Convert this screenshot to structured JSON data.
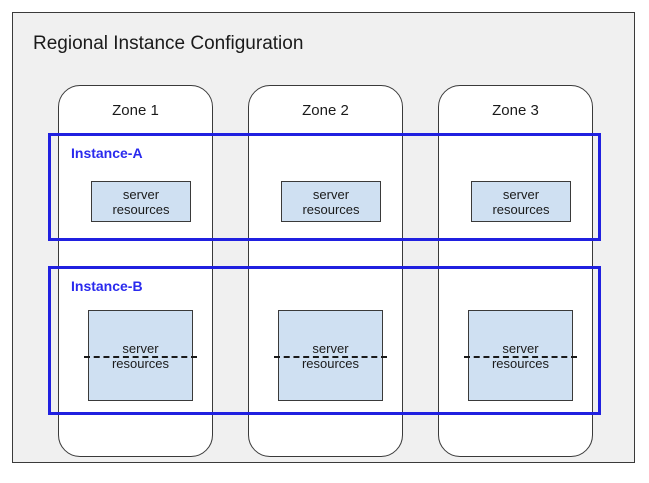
{
  "diagram": {
    "title": "Regional Instance Configuration",
    "colors": {
      "panel_background": "#f0f0f0",
      "panel_border": "#3a3a3a",
      "zone_card_background": "#ffffff",
      "instance_border": "#2020e0",
      "instance_label": "#2a2aee",
      "resource_box_fill": "#cfe0f2",
      "resource_box_border": "#3a3a3a",
      "text": "#1a1a1a"
    },
    "zones": [
      {
        "label": "Zone 1"
      },
      {
        "label": "Zone 2"
      },
      {
        "label": "Zone 3"
      }
    ],
    "instances": [
      {
        "label": "Instance-A",
        "resource_split": false,
        "resources": [
          {
            "line1": "server",
            "line2": "resources"
          },
          {
            "line1": "server",
            "line2": "resources"
          },
          {
            "line1": "server",
            "line2": "resources"
          }
        ]
      },
      {
        "label": "Instance-B",
        "resource_split": true,
        "resources": [
          {
            "line1": "server",
            "line2": "resources"
          },
          {
            "line1": "server",
            "line2": "resources"
          },
          {
            "line1": "server",
            "line2": "resources"
          }
        ]
      }
    ]
  }
}
